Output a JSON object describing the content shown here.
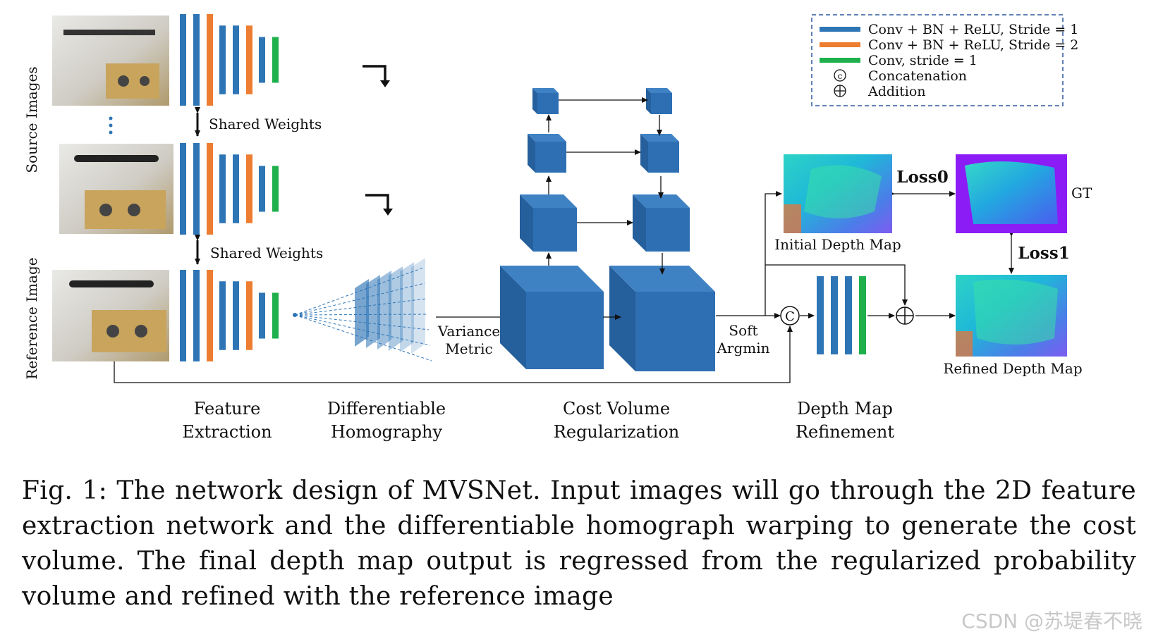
{
  "figure": {
    "side_labels": {
      "source": "Source Images",
      "reference": "Reference Image"
    },
    "shared_weights": [
      "Shared Weights",
      "Shared Weights"
    ],
    "variance_metric": [
      "Variance",
      "Metric"
    ],
    "soft_argmin": [
      "Soft",
      "Argmin"
    ],
    "initial_depth_map": "Initial Depth Map",
    "refined_depth_map": "Refined Depth Map",
    "gt_label": "GT",
    "loss0": "Loss0",
    "loss1": "Loss1",
    "stages": [
      [
        "Feature",
        "Extraction"
      ],
      [
        "Differentiable",
        "Homography"
      ],
      [
        "Cost Volume",
        "Regularization"
      ],
      [
        "Depth Map",
        "Refinement"
      ]
    ],
    "legend": [
      {
        "label": "Conv + BN + ReLU, Stride = 1",
        "color": "#2e75b6"
      },
      {
        "label": "Conv + BN + ReLU, Stride = 2",
        "color": "#ed7d31"
      },
      {
        "label": "Conv, stride = 1",
        "color": "#1fb04c"
      },
      {
        "label": "Concatenation",
        "symbol": "©"
      },
      {
        "label": "Addition",
        "symbol": "⊕"
      }
    ]
  },
  "caption": "Fig. 1: The network design of MVSNet. Input images will go through the 2D feature extraction network and the differentiable homograph warping to generate the cost volume. The final depth map output is regressed from the regularized probability volume and refined with the reference image",
  "watermark": "CSDN @苏堤春不晓"
}
